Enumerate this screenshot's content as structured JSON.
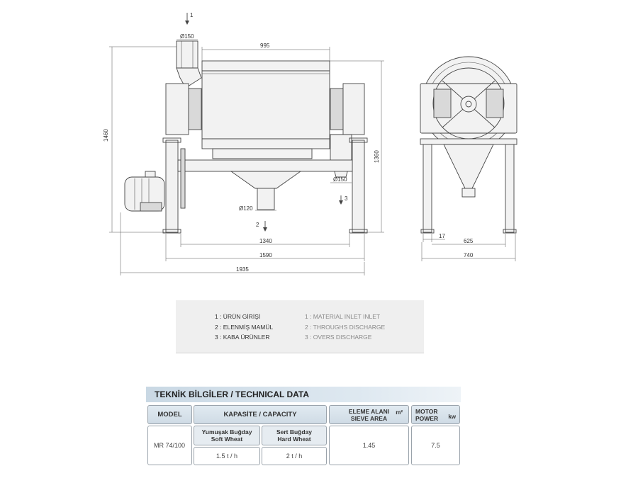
{
  "dimensions": {
    "width_995": "995",
    "inlet_dia": "Ø150",
    "height_1460": "1460",
    "height_1360": "1360",
    "outlet_dia_150": "Ø150",
    "outlet_dia_120": "Ø120",
    "width_1340": "1340",
    "width_1590": "1590",
    "width_1935": "1935",
    "side_17": "17",
    "side_625": "625",
    "side_740": "740"
  },
  "markers": {
    "inlet": "1",
    "throughs": "2",
    "overs": "3"
  },
  "legend": {
    "tr": [
      "1 : ÜRÜN GİRİŞİ",
      "2 : ELENMİŞ MAMÜL",
      "3 : KABA ÜRÜNLER"
    ],
    "en": [
      "1 : MATERIAL INLET INLET",
      "2 : THROUGHS DISCHARGE",
      "3 : OVERS DISCHARGE"
    ]
  },
  "technical": {
    "title": "TEKNİK BİLGİLER / TECHNICAL DATA",
    "headers": {
      "model": "MODEL",
      "capacity": "KAPASİTE / CAPACITY",
      "sieve_line1": "ELEME ALANI",
      "sieve_line2": "SIEVE AREA",
      "sieve_unit": "m²",
      "motor_line1": "MOTOR",
      "motor_line2": "POWER",
      "motor_unit": "kw"
    },
    "subheaders": {
      "soft_tr": "Yumuşak Buğday",
      "soft_en": "Soft Wheat",
      "hard_tr": "Sert Buğday",
      "hard_en": "Hard Wheat"
    },
    "row": {
      "model": "MR 74/100",
      "soft": "1.5 t / h",
      "hard": "2 t / h",
      "sieve_area": "1.45",
      "motor_power": "7.5"
    }
  }
}
